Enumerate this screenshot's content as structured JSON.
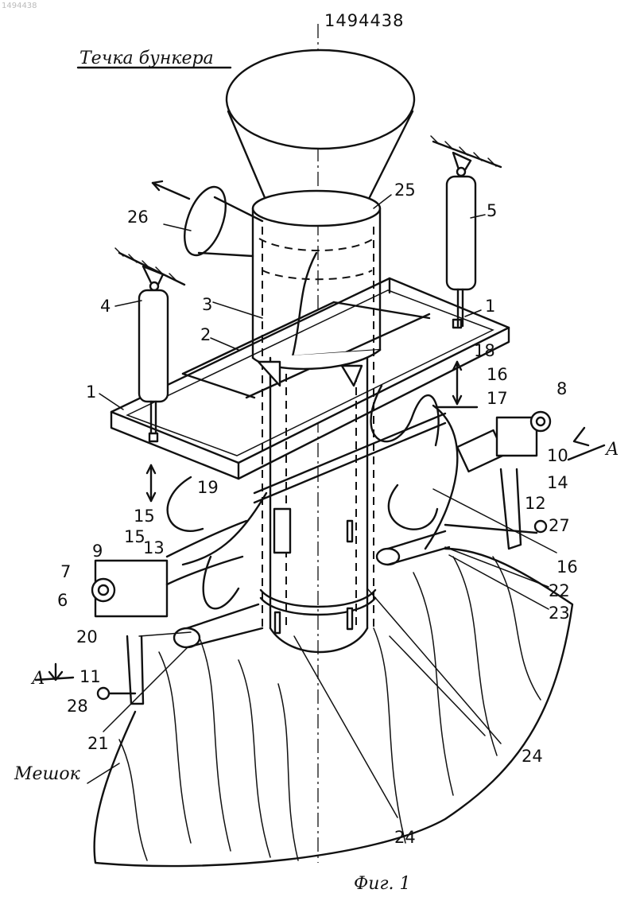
{
  "watermark": "1494438",
  "patent_number": "1494438",
  "figure_caption": "Фиг. 1",
  "callouts": {
    "hopper_spout": "Течка бункера",
    "bag": "Мешок"
  },
  "section_marks": {
    "right": "А",
    "left": "А"
  },
  "part_numbers": {
    "n1a": "1",
    "n1b": "1",
    "n2": "2",
    "n3": "3",
    "n4": "4",
    "n5": "5",
    "n6": "6",
    "n7": "7",
    "n8": "8",
    "n9": "9",
    "n10": "10",
    "n11": "11",
    "n12": "12",
    "n13": "13",
    "n14": "14",
    "n15a": "15",
    "n15b": "15",
    "n16a": "16",
    "n16b": "16",
    "n17": "17",
    "n18": "18",
    "n19": "19",
    "n20": "20",
    "n21": "21",
    "n22": "22",
    "n23": "23",
    "n24a": "24",
    "n24b": "24",
    "n25": "25",
    "n26": "26",
    "n27": "27",
    "n28": "28"
  }
}
